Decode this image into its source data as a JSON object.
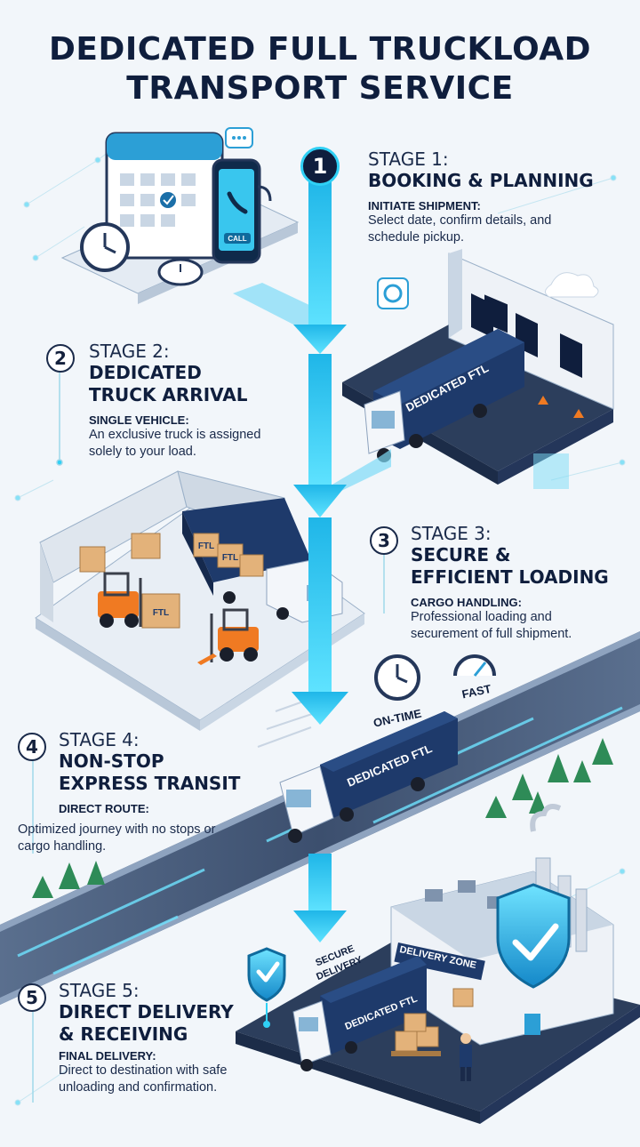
{
  "title": {
    "line1": "DEDICATED FULL TRUCKLOAD",
    "line2": "TRANSPORT SERVICE"
  },
  "stages": [
    {
      "number": "1",
      "label": "STAGE 1:",
      "heading": [
        "BOOKING & PLANNING"
      ],
      "subheading": "INITIATE SHIPMENT:",
      "description": "Select date, confirm details, and schedule pickup."
    },
    {
      "number": "2",
      "label": "STAGE 2:",
      "heading": [
        "DEDICATED",
        "TRUCK ARRIVAL"
      ],
      "subheading": "SINGLE VEHICLE:",
      "description": "An exclusive truck is assigned solely to your load."
    },
    {
      "number": "3",
      "label": "STAGE 3:",
      "heading": [
        "SECURE &",
        "EFFICIENT LOADING"
      ],
      "subheading": "CARGO HANDLING:",
      "description": "Professional loading and securement of full shipment."
    },
    {
      "number": "4",
      "label": "STAGE 4:",
      "heading": [
        "NON-STOP",
        "EXPRESS TRANSIT"
      ],
      "subheading": "DIRECT ROUTE:",
      "description": "Optimized journey with no stops or cargo handling."
    },
    {
      "number": "5",
      "label": "STAGE 5:",
      "heading": [
        "DIRECT DELIVERY",
        "& RECEIVING"
      ],
      "subheading": "FINAL DELIVERY:",
      "description": "Direct to destination with safe unloading and confirmation."
    }
  ],
  "illustration_text": {
    "call_button": "CALL",
    "truck_brand": "DEDICATED FTL",
    "box_label": "FTL",
    "on_time": "ON-TIME",
    "fast": "FAST",
    "secure_delivery_1": "SECURE",
    "secure_delivery_2": "DELIVERY",
    "delivery_zone": "DELIVERY ZONE"
  },
  "colors": {
    "accent": "#2fd0f5",
    "navy": "#0f1e3d",
    "truck_blue": "#1e3a6b",
    "forklift_orange": "#f07a22",
    "box_tan": "#e3b27a"
  }
}
